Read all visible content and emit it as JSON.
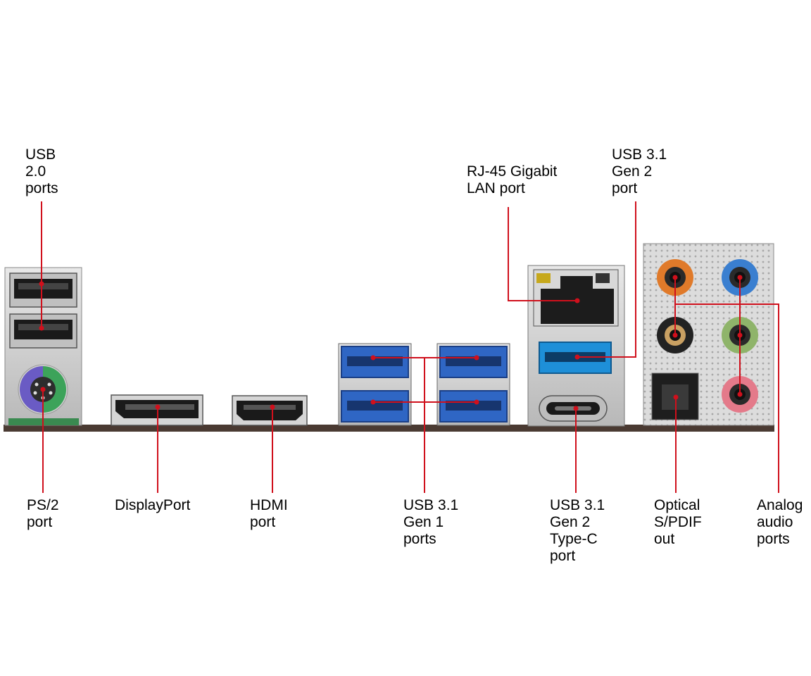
{
  "labels": {
    "usb20": "USB\n2.0\nports",
    "rj45": "RJ-45 Gigabit\nLAN port",
    "usb31gen2": "USB 3.1\nGen 2\nport",
    "ps2": "PS/2\nport",
    "displayport": "DisplayPort",
    "hdmi": "HDMI\nport",
    "usb31gen1": "USB 3.1\nGen 1\nports",
    "usbc": "USB 3.1\nGen 2\nType-C\nport",
    "optical": "Optical\nS/PDIF\nout",
    "analog": "Analog\naudio\nports"
  },
  "colors": {
    "leader_line": "#d0101c",
    "usb3_blue": "#2f66c4",
    "usb31_gen2_blue": "#1e8fd8",
    "ps2_purple": "#6a5bc4",
    "ps2_green": "#3ca35a",
    "audio_orange": "#e07a2a",
    "audio_blue": "#3a7fd0",
    "audio_black": "#222222",
    "audio_green": "#8fb46a",
    "audio_pink": "#e47a8a",
    "board": "#4a3a32"
  }
}
